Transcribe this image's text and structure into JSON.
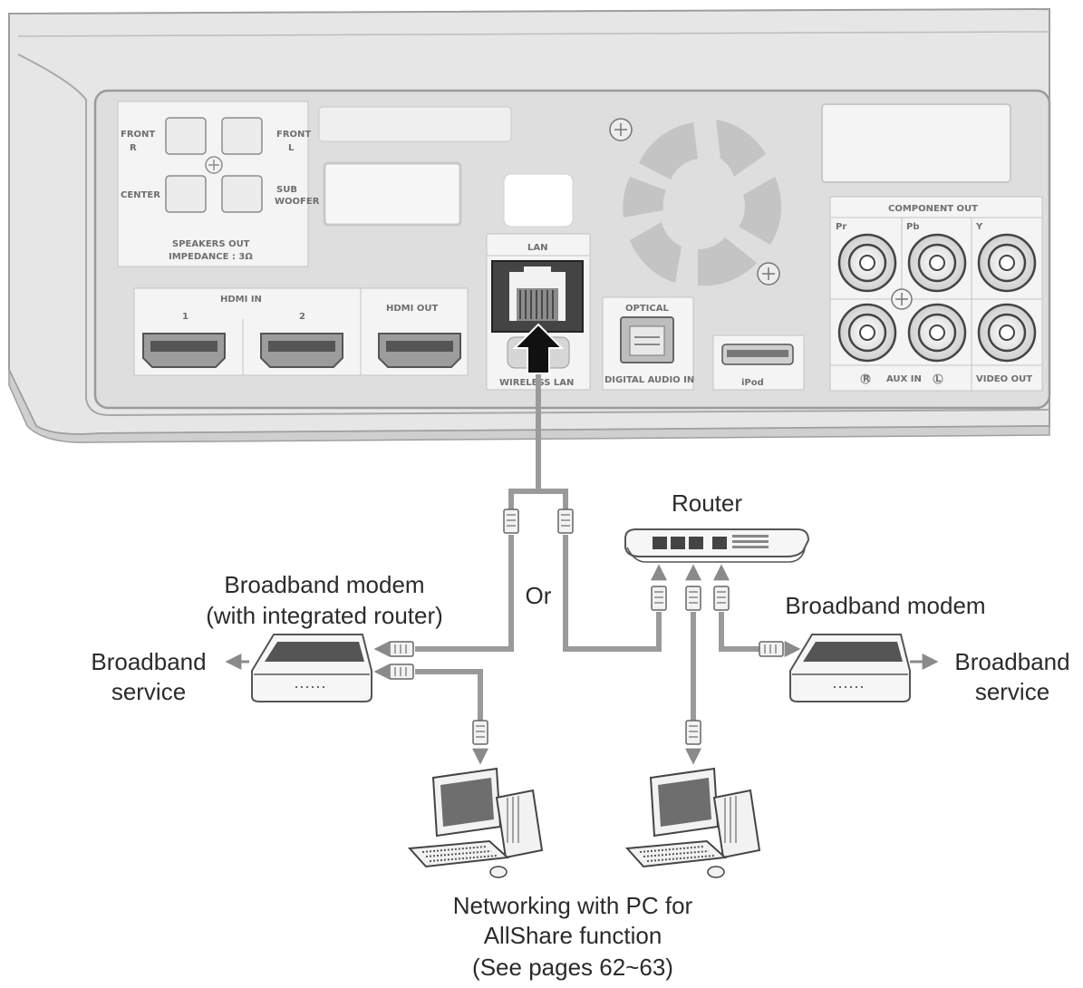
{
  "panel": {
    "speakers": {
      "front_r": "FRONT",
      "front_r_sub": "R",
      "front_l": "FRONT",
      "front_l_sub": "L",
      "center": "CENTER",
      "sub_1": "SUB",
      "sub_2": "WOOFER",
      "title": "SPEAKERS OUT",
      "impedance": "IMPEDANCE : 3Ω"
    },
    "hdmi_in": "HDMI IN",
    "hdmi_in_1": "1",
    "hdmi_in_2": "2",
    "hdmi_out": "HDMI OUT",
    "lan": "LAN",
    "wireless_lan": "WIRELESS LAN",
    "optical": "OPTICAL",
    "digital_audio_in": "DIGITAL AUDIO IN",
    "ipod": "iPod",
    "component_out": "COMPONENT OUT",
    "pr": "Pr",
    "pb": "Pb",
    "y": "Y",
    "aux_r": "R",
    "aux_in": "AUX IN",
    "aux_l": "L",
    "video_out": "VIDEO OUT"
  },
  "labels": {
    "router": "Router",
    "or": "Or",
    "modem_integrated_line1": "Broadband modem",
    "modem_integrated_line2": "(with integrated router)",
    "broadband_modem": "Broadband modem",
    "service_left_line1": "Broadband",
    "service_left_line2": "service",
    "service_right_line1": "Broadband",
    "service_right_line2": "service",
    "pc_caption_line1": "Networking with PC for",
    "pc_caption_line2": "AllShare function",
    "pc_caption_line3": "(See pages 62~63)"
  },
  "colors": {
    "panel_fill": "#e4e4e4",
    "panel_dark": "#bdbdbd",
    "cable": "#9a9a9a",
    "arrow": "#111111",
    "text": "#2b2b2b"
  }
}
